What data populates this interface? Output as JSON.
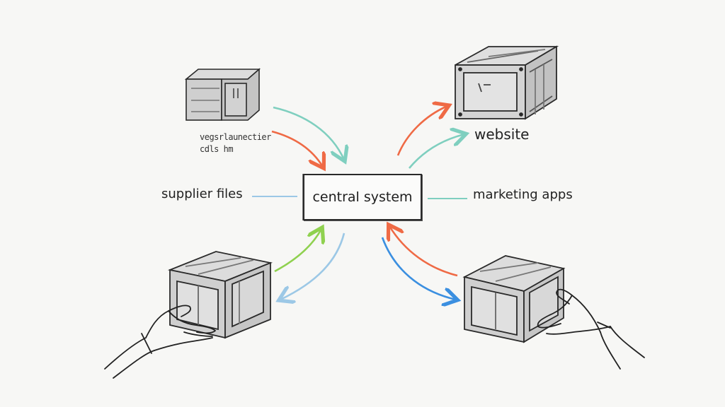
{
  "central": {
    "label": "central system"
  },
  "labels": {
    "supplier": "supplier files",
    "marketing": "marketing apps",
    "website": "website",
    "scribble": "vegsrlaunectier\ncdls hm"
  },
  "icons": {
    "crates": [
      "crate-icon",
      "crate-icon",
      "crate-icon",
      "crate-icon"
    ],
    "hands": [
      "hand-icon",
      "hand-icon"
    ]
  },
  "colors": {
    "teal": "#7fcfbf",
    "orange": "#ef6a45",
    "lightblue": "#9cc8e6",
    "green": "#8fd14f",
    "blue": "#3b8fe0",
    "ink": "#2a2a2a"
  }
}
